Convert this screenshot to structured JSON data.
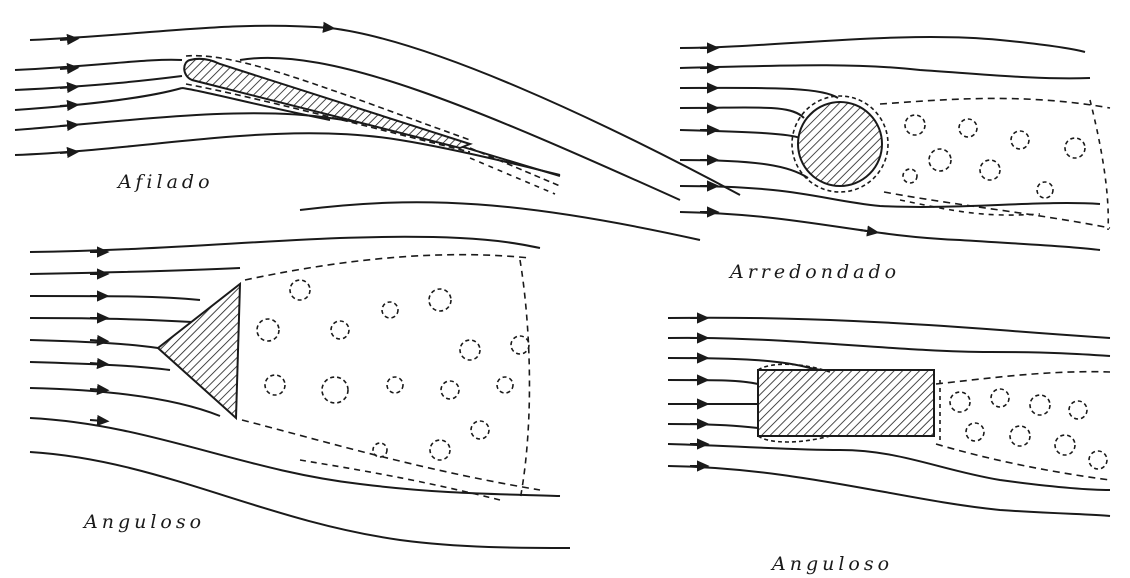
{
  "panels": [
    {
      "id": "sharp",
      "label": "Afilado"
    },
    {
      "id": "rounded",
      "label": "Arredondado"
    },
    {
      "id": "angular-triangle",
      "label": "Anguloso"
    },
    {
      "id": "angular-block",
      "label": "Anguloso"
    }
  ],
  "colors": {
    "ink": "#1a1a1a",
    "paper": "#ffffff"
  }
}
